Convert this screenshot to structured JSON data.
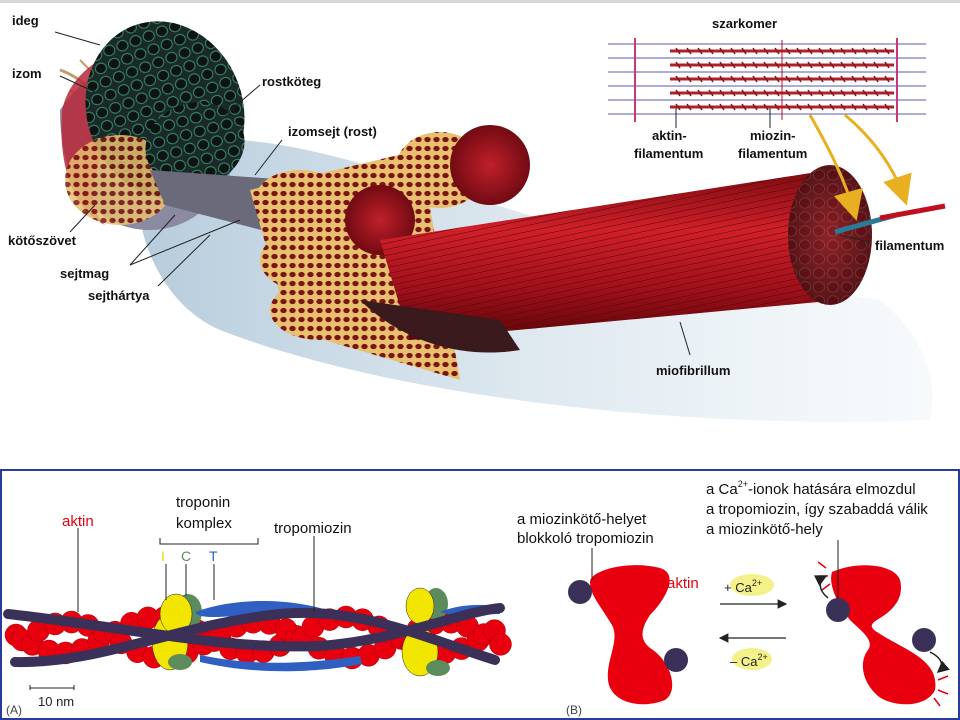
{
  "top": {
    "labels": {
      "ideg": "ideg",
      "izom": "izom",
      "rostkoteg": "rostköteg",
      "izomsejt": "izomsejt (rost)",
      "kotoszovet": "kötőszövet",
      "sejtmag": "sejtmag",
      "sejthartya": "sejthártya",
      "szarkomer": "szarkomer",
      "aktin_fil_1": "aktin-",
      "aktin_fil_2": "filamentum",
      "miozin_fil_1": "miozin-",
      "miozin_fil_2": "filamentum",
      "filamentum": "filamentum",
      "miofibrillum": "miofibrillum"
    }
  },
  "panel_a": {
    "aktin": "aktin",
    "troponin_1": "troponin",
    "troponin_2": "komplex",
    "tropomiozin": "tropomiozin",
    "sub_i": "I",
    "sub_c": "C",
    "sub_t": "T",
    "scale": "10 nm",
    "tag": "(A)"
  },
  "panel_b": {
    "left_1": "a miozinkötő-helyet",
    "left_2": "blokkoló tropomiozin",
    "right_1": "a Ca",
    "right_1_sup": "2+",
    "right_1_rest": "-ionok hatására elmozdul",
    "right_2": "a tropomiozin, így szabaddá válik",
    "right_3": "a miozinkötő-hely",
    "aktin": "aktin",
    "plus_ca": "+ Ca",
    "minus_ca": "– Ca",
    "sup": "2+",
    "tag": "(B)"
  },
  "colors": {
    "actin": "#e8000e",
    "tropomyosin": "#3b3058",
    "troponin_i": "#f2e600",
    "troponin_c": "#5c8c5c",
    "troponin_t": "#2f5fc0",
    "muscle": "#b8141e",
    "frame": "#2a3b9a"
  }
}
